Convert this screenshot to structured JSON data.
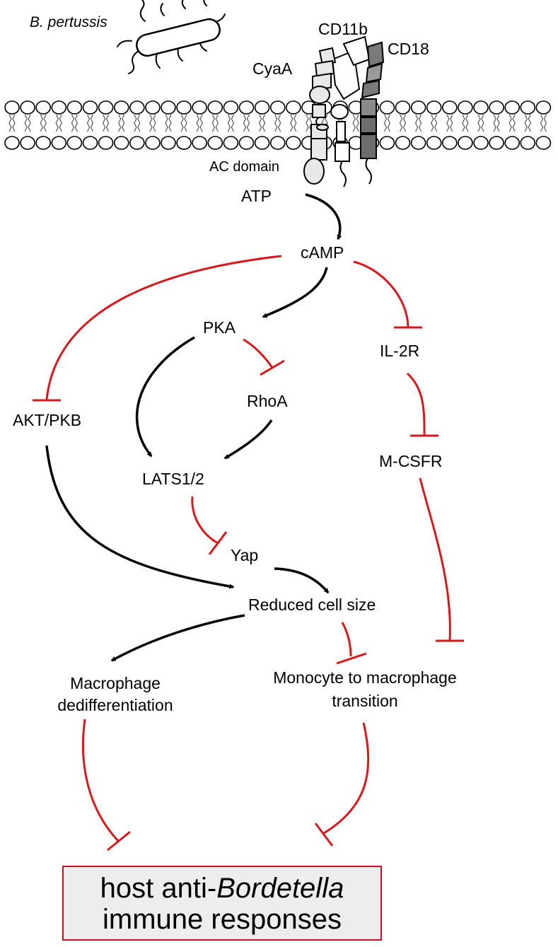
{
  "labels": {
    "bacterium": "B. pertussis",
    "cyaa": "CyaA",
    "cd11b": "CD11b",
    "cd18": "CD18",
    "ac_domain": "AC domain",
    "atp": "ATP",
    "camp": "cAMP",
    "pka": "PKA",
    "il2r": "IL-2R",
    "rhoa": "RhoA",
    "akt": "AKT/PKB",
    "lats": "LATS1/2",
    "mcsfr": "M-CSFR",
    "yap": "Yap",
    "reduced": "Reduced cell size",
    "macro_line1": "Macrophage",
    "macro_line2": "dedifferentiation",
    "mono_line1": "Monocyte to macrophage",
    "mono_line2": "transition"
  },
  "result_box": {
    "prefix": "host anti-",
    "italic": "Bordetella",
    "line2": "immune responses"
  },
  "colors": {
    "activation": "#000000",
    "inhibition": "#d7191c",
    "box_border": "#c8102e",
    "box_fill": "#ededed"
  }
}
